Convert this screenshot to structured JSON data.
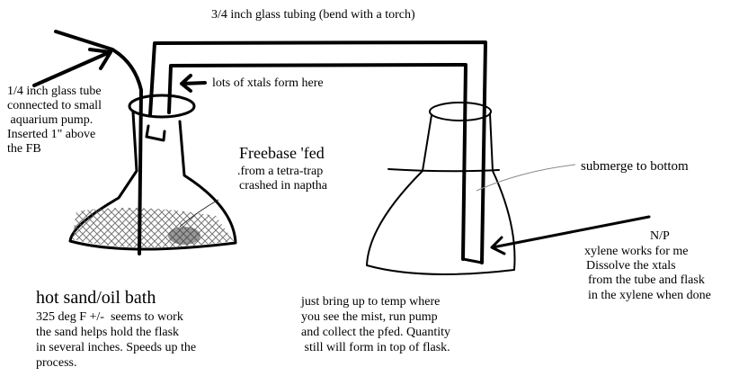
{
  "labels": {
    "tubing": "3/4 inch glass tubing (bend with a torch)",
    "xtals": "lots of xtals form here",
    "pump_tube": [
      "1/4 inch glass tube",
      "connected to small",
      " aquarium pump.",
      "Inserted 1\" above",
      "the FB"
    ],
    "freebase_title": "Freebase 'fed",
    "freebase_note": [
      ".from a tetra-trap",
      "crashed in naptha"
    ],
    "submerge": "submerge to bottom",
    "np_title": "N/P",
    "np_note": [
      "xylene works for me",
      "Dissolve the xtals",
      "from the tube and flask",
      "in the xylene when done"
    ],
    "bath_title": "hot sand/oil bath",
    "bath_note": [
      "325 deg F +/-  seems to work",
      "the sand helps hold the flask",
      "in several inches. Speeds up the",
      "process."
    ],
    "procedure": [
      "just bring up to temp where",
      "you see the mist, run pump",
      "and collect the pfed. Quantity",
      " still will form in top of flask."
    ]
  }
}
